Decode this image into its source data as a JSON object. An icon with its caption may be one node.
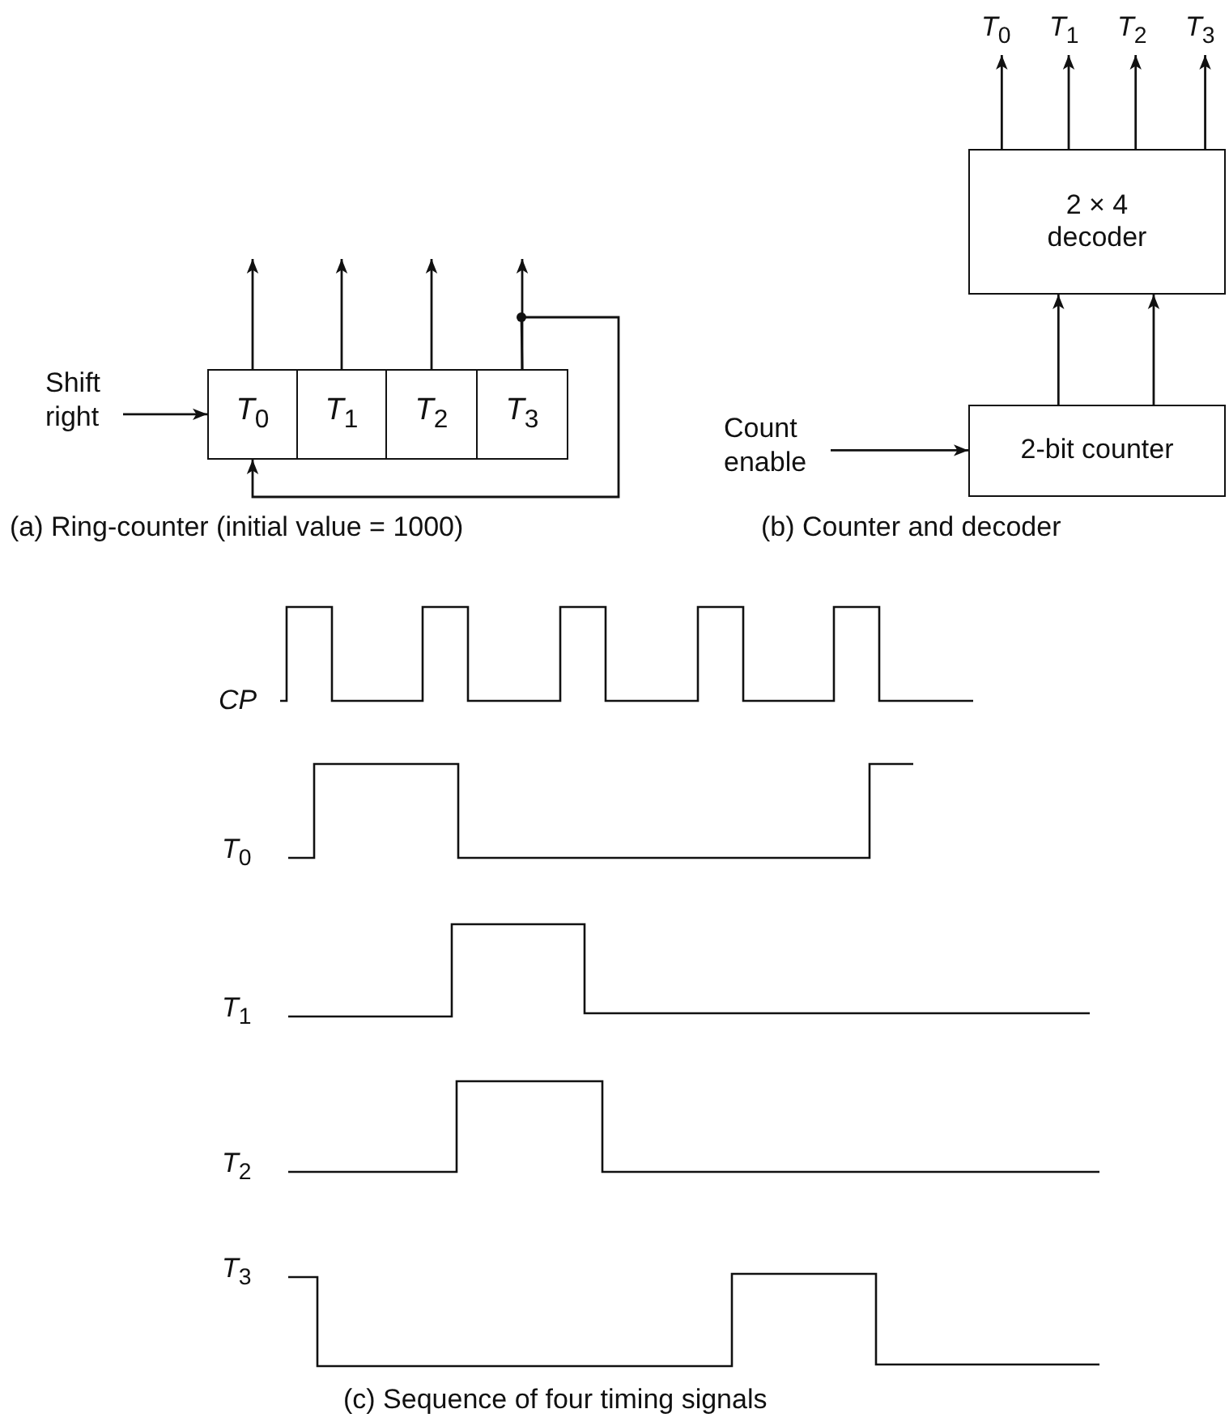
{
  "diagram": {
    "nodes": [
      {
        "text": [
          "Shift right"
        ]
      },
      {
        "text": [
          "*T*$_{0}$"
        ]
      },
      {
        "text": [
          "*T*$_{1}$"
        ]
      },
      {
        "text": [
          "*T*$_{2}$"
        ]
      },
      {
        "text": [
          "*T*$_{3}$"
        ]
      },
      {
        "text": [
          "Count enable"
        ]
      },
      {
        "text": [
          "2-bit counter"
        ]
      },
      {
        "text": [
          "2 × 4 decoder"
        ]
      },
      {
        "text": [
          "*T*$_{0}$"
        ]
      },
      {
        "text": [
          "*T*$_{1}$"
        ]
      },
      {
        "text": [
          "*T*$_{2}$"
        ]
      },
      {
        "text": [
          "*T*$_{3}$"
        ]
      }
    ],
    "edges": [
      {
        "from": 0,
        "to": 1,
        "arrow": "to"
      },
      {
        "from": 1,
        "to": null,
        "arrow": "to"
      },
      {
        "from": 2,
        "to": null,
        "arrow": "to"
      },
      {
        "from": 3,
        "to": null,
        "arrow": "to"
      },
      {
        "from": 4,
        "to": null,
        "arrow": "to"
      },
      {
        "from": 4,
        "to": 1,
        "arrow": "to"
      },
      {
        "from": 5,
        "to": 6,
        "arrow": "to"
      },
      {
        "from": 6,
        "to": 7,
        "arrow": "to"
      },
      {
        "from": 6,
        "to": 7,
        "arrow": "to"
      },
      {
        "from": 7,
        "to": 8,
        "arrow": "to"
      },
      {
        "from": 7,
        "to": 9,
        "arrow": "to"
      },
      {
        "from": 7,
        "to": 10,
        "arrow": "to"
      },
      {
        "from": 7,
        "to": 11,
        "arrow": "to"
      }
    ],
    "labels": [
      "(a) Ring-counter (initial value = 1000)",
      "(b) Counter and decoder",
      "CP",
      "*T*$_{0}$",
      "*T*$_{1}$",
      "*T*$_{2}$",
      "*T*$_{3}$",
      "(c) Sequence of four timing signals"
    ]
  }
}
